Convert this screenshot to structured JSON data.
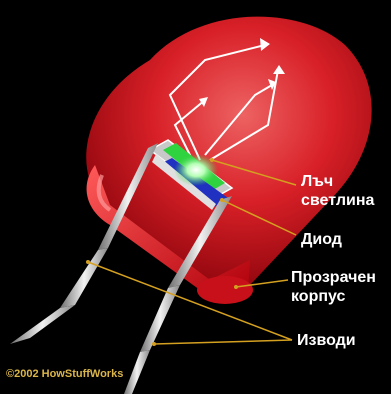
{
  "labels": {
    "beam_line1": "Лъч",
    "beam_line2": "светлина",
    "diode": "Диод",
    "case_line1": "Прозрачен",
    "case_line2": "корпус",
    "leads": "Изводи"
  },
  "copyright": "©2002 HowStuffWorks",
  "colors": {
    "background": "#000000",
    "lens_red": "#e8222a",
    "leader_lines": "#d4a020",
    "label_text": "#ffffff",
    "chip_green": "#2fd23f",
    "chip_base": "#2030c0"
  },
  "icons": [
    "light-ray-arrows",
    "diode-chip",
    "led-lead-wire"
  ]
}
